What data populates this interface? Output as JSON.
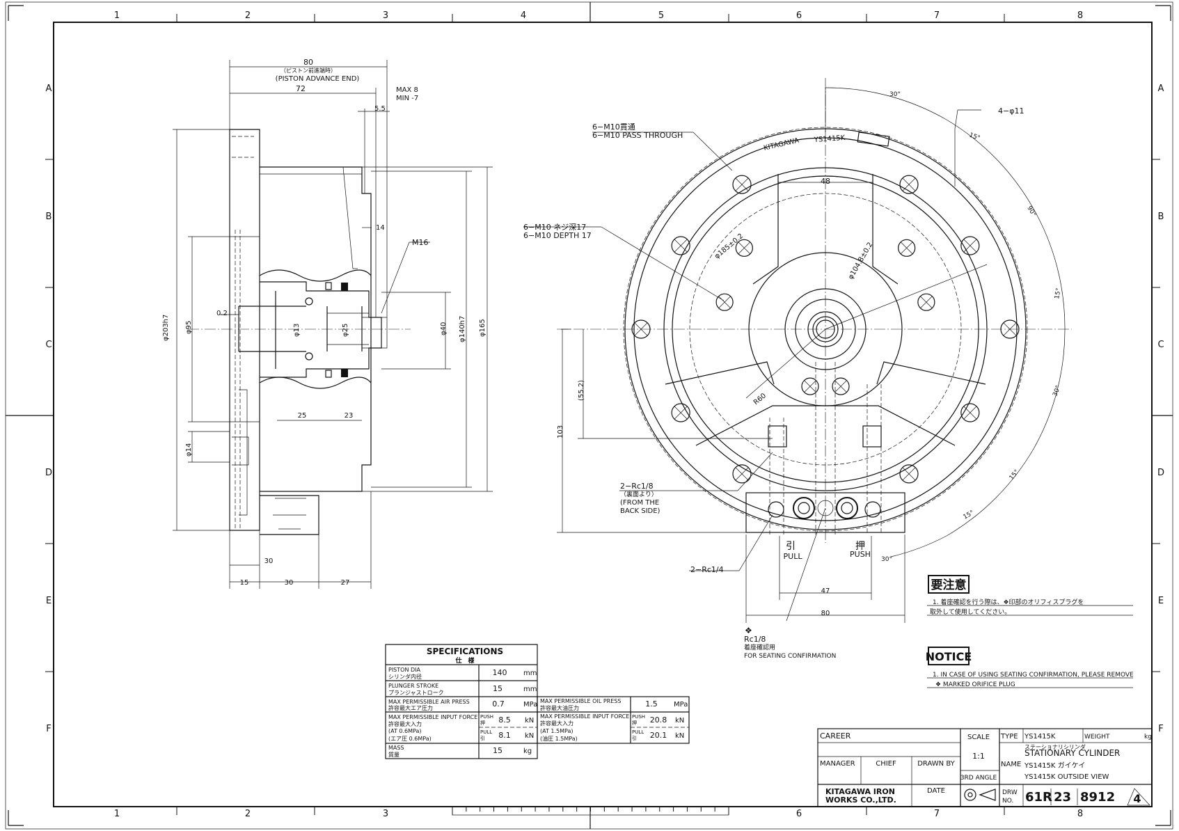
{
  "border": {
    "columns": [
      "1",
      "2",
      "3",
      "4",
      "5",
      "6",
      "7",
      "8"
    ],
    "rows": [
      "A",
      "B",
      "C",
      "D",
      "E",
      "F"
    ]
  },
  "side_view": {
    "dims": {
      "d80": "80",
      "piston_adv_jp": "（ピストン前進端時）",
      "piston_adv_en": "(PISTON ADVANCE END)",
      "d72": "72",
      "max8": "MAX  8",
      "min7": "MIN -7",
      "d55": "5.5",
      "d14": "14",
      "m16": "M16",
      "d02": "0.2",
      "phi203": "φ203h7",
      "phi95": "φ95",
      "phi13": "φ13",
      "phi25": "φ25",
      "phi40": "φ40",
      "phi140": "φ140h7",
      "phi165": "φ165",
      "d25": "25",
      "d23": "23",
      "phi14": "φ14",
      "d30a": "30",
      "d15": "15",
      "d30b": "30",
      "d27": "27"
    }
  },
  "front_view": {
    "dims": {
      "m10_through_jp": "6−M10貫通",
      "m10_through_en": "6−M10 PASS THROUGH",
      "m10_depth_jp": "6−M10 ネジ深17",
      "m10_depth_en": "6−M10 DEPTH 17",
      "phi11": "4−φ11",
      "d48": "48",
      "pcd185": "φ185±0.2",
      "pcd104": "φ104.8±0.2",
      "ang30a": "30°",
      "ang15a": "15°",
      "ang90": "90°",
      "ang15b": "15°",
      "ang30b": "30°",
      "ang15c": "15°",
      "ang15d": "15°",
      "ang30c": "30°",
      "d552": "(55.2)",
      "d103": "103",
      "r60": "R60",
      "rc18_a": "2−Rc1/8",
      "rc18_b": "（裏面より）",
      "rc18_c": "(FROM THE",
      "rc18_d": "BACK SIDE)",
      "rc14": "2−Rc1/4",
      "pull_jp": "引",
      "pull_en": "PULL",
      "push_jp": "押",
      "push_en": "PUSH",
      "d47": "47",
      "d80": "80",
      "rc_single": "Rc1/8",
      "seat_jp": "着座確認用",
      "seat_en": "FOR SEATING CONFIRMATION",
      "engrave_brand": "KITAGAWA",
      "engrave_model": "YS1415K"
    }
  },
  "notices": {
    "jp_title": "要注意",
    "jp_line1": "1.   着座確認を行う際は、❖印部のオリフィスプラグを",
    "jp_line2": "取外して使用してください。",
    "en_title": "NOTICE",
    "en_line1": "1.   IN CASE OF USING SEATING CONFIRMATION, PLEASE REMOVE",
    "en_line2": "❖ MARKED ORIFICE PLUG"
  },
  "specifications": {
    "title": "SPECIFICATIONS",
    "title_jp": "仕　様",
    "rows": [
      {
        "label_en": "PISTON DIA",
        "label_jp": "シリンダ内径",
        "value": "140",
        "unit": "mm"
      },
      {
        "label_en": "PLUNGER STROKE",
        "label_jp": "プランジャストローク",
        "value": "15",
        "unit": "mm"
      },
      {
        "label_en": "MAX PERMISSIBLE AIR PRESS",
        "label_jp": "許容最大エア圧力",
        "value": "0.7",
        "unit": "MPa"
      }
    ],
    "force": {
      "label_en": "MAX PERMISSIBLE INPUT FORCE",
      "label_jp": "許容最大入力",
      "cond_en": "(AT 0.6MPa)",
      "cond_jp": "(エア圧 0.6MPa)",
      "push_en": "PUSH",
      "push_jp": "押",
      "push_val": "8.5",
      "push_unit": "kN",
      "pull_en": "PULL",
      "pull_jp": "引",
      "pull_val": "8.1",
      "pull_unit": "kN"
    },
    "mass": {
      "label_en": "MASS",
      "label_jp": "質量",
      "value": "15",
      "unit": "kg"
    },
    "oil": {
      "label_en": "MAX PERMISSIBLE OIL PRESS",
      "label_jp": "許容最大油圧力",
      "value": "1.5",
      "unit": "MPa"
    },
    "force2": {
      "label_en": "MAX PERMISSIBLE INPUT FORCE",
      "label_jp": "許容最大入力",
      "cond_en": "(AT 1.5MPa)",
      "cond_jp": "(油圧 1.5MPa)",
      "push_en": "PUSH",
      "push_jp": "押",
      "push_val": "20.8",
      "push_unit": "kN",
      "pull_en": "PULL",
      "pull_jp": "引",
      "pull_val": "20.1",
      "pull_unit": "kN"
    }
  },
  "title_block": {
    "career": "CAREER",
    "manager": "MANAGER",
    "chief": "CHIEF",
    "drawn_by": "DRAWN BY",
    "date": "DATE",
    "company1": "KITAGAWA IRON",
    "company2": "WORKS CO.,LTD.",
    "scale_label": "SCALE",
    "scale_value": "1:1",
    "angle": "3RD ANGLE",
    "type_label": "TYPE",
    "type_value": "YS1415K",
    "weight_label": "WEIGHT",
    "weight_unit": "kg",
    "name_label": "NAME",
    "name_jp_small": "ステーショナリシリンダ",
    "name_en": "STATIONARY CYLINDER",
    "name_line2": "YS1415K ガイケイ",
    "name_line3": "YS1415K OUTSIDE VIEW",
    "drw_label1": "DRW",
    "drw_label2": "NO.",
    "drw_p1": "61R",
    "drw_p2": "23",
    "drw_p3": "8912",
    "rev": "4"
  }
}
